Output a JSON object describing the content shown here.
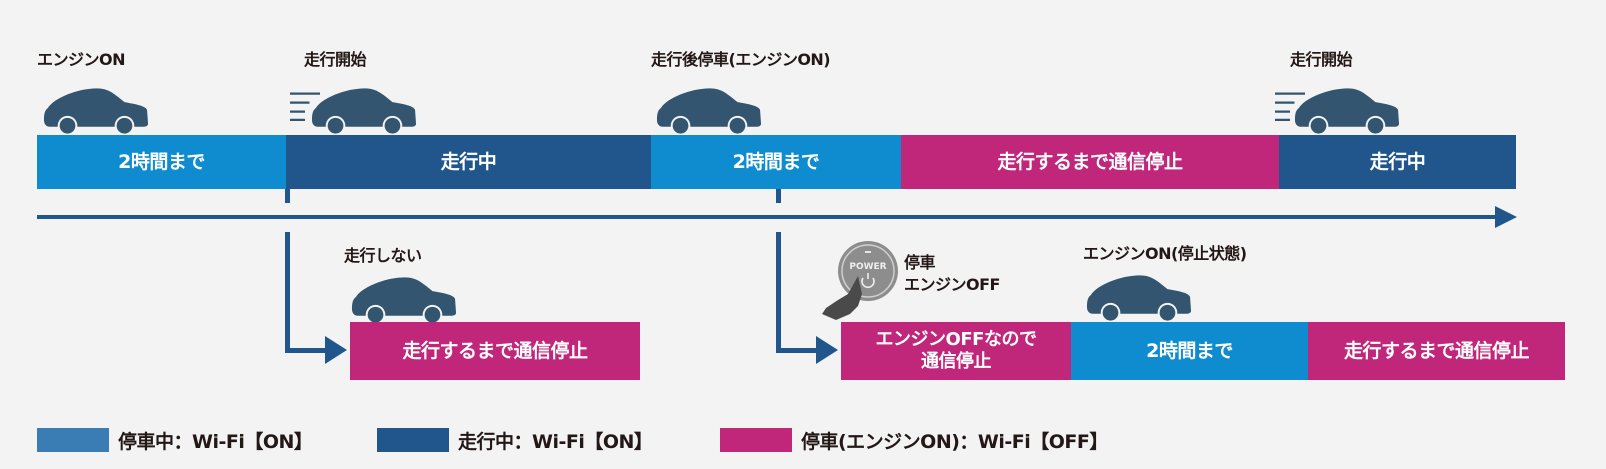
{
  "colors": {
    "stopped_on": "#0f8ccf",
    "running": "#21568d",
    "stopped_off": "#c0267a",
    "legend_stopped_on": "#3a7db4",
    "car": "#33556f",
    "arrow": "#21568d",
    "text": "#231815"
  },
  "top_labels": [
    {
      "text": "エンジンON",
      "icon": "car-icon"
    },
    {
      "text": "走行開始",
      "icon": "car-moving-icon"
    },
    {
      "text": "走行後停車(エンジンON)",
      "icon": "car-icon"
    },
    {
      "text": "走行開始",
      "icon": "car-moving-icon"
    }
  ],
  "main_timeline": [
    {
      "text": "2時間まで",
      "state": "stopped_on"
    },
    {
      "text": "走行中",
      "state": "running"
    },
    {
      "text": "2時間まで",
      "state": "stopped_on"
    },
    {
      "text": "走行するまで通信停止",
      "state": "stopped_off"
    },
    {
      "text": "走行中",
      "state": "running"
    }
  ],
  "branch1": {
    "label": "走行しない",
    "icon": "car-icon",
    "segment": {
      "text": "走行するまで通信停止",
      "state": "stopped_off"
    }
  },
  "branch2": {
    "power_button_label": "POWER",
    "label_line1": "停車",
    "label_line2": "エンジンOFF",
    "second_label": "エンジンON(停止状態)",
    "segments": [
      {
        "line1": "エンジンOFFなので",
        "line2": "通信停止",
        "state": "stopped_off"
      },
      {
        "text": "2時間まで",
        "state": "stopped_on"
      },
      {
        "text": "走行するまで通信停止",
        "state": "stopped_off"
      }
    ]
  },
  "legend": [
    {
      "text": "停車中：Wi-Fi【ON】",
      "state": "stopped_on"
    },
    {
      "text": "走行中：Wi-Fi【ON】",
      "state": "running"
    },
    {
      "text": "停車(エンジンON)：Wi-Fi【OFF】",
      "state": "stopped_off"
    }
  ]
}
